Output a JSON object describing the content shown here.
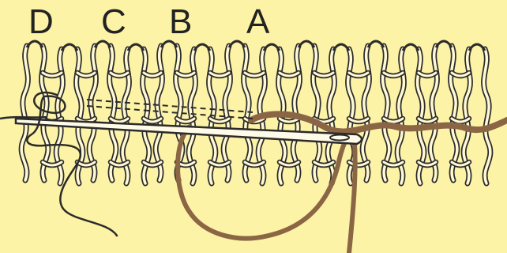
{
  "labels": {
    "d": "D",
    "c": "C",
    "b": "B",
    "a": "A"
  },
  "colors": {
    "background": "#fdf3a6",
    "outline": "#2b2b2b",
    "stitch_fill": "#fff9d6",
    "yarn": "#8b6645",
    "needle": "#fffbe8"
  },
  "icons": {
    "needle": "needle-icon",
    "yarn": "yarn-icon"
  }
}
